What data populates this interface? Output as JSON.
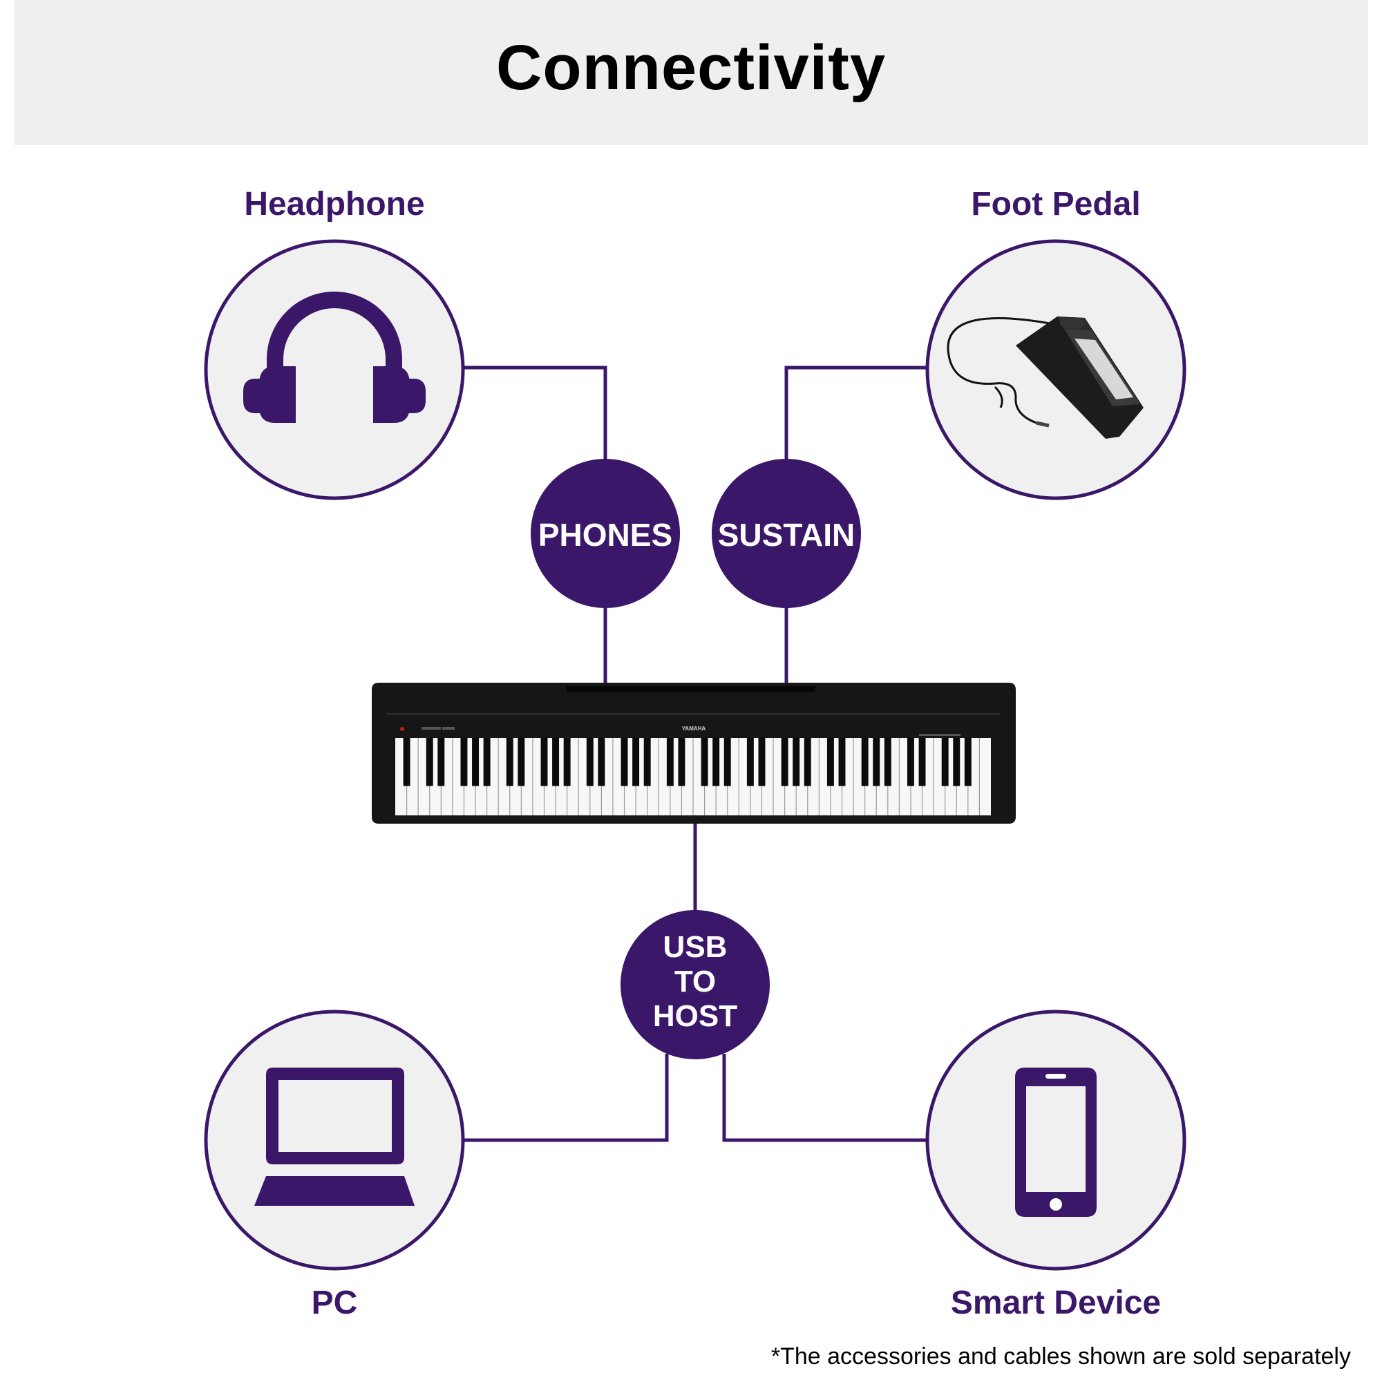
{
  "title": "Connectivity",
  "colors": {
    "accent": "#3a1768",
    "bubble_fill": "#f0f0f0",
    "header_band": "#efefef"
  },
  "devices": {
    "headphone": {
      "label": "Headphone",
      "icon": "headphones-icon"
    },
    "foot_pedal": {
      "label": "Foot Pedal",
      "icon": "sustain-pedal-photo"
    },
    "pc": {
      "label": "PC",
      "icon": "laptop-icon"
    },
    "smart_device": {
      "label": "Smart Device",
      "icon": "smartphone-icon"
    }
  },
  "ports": {
    "phones": {
      "label": "PHONES"
    },
    "sustain": {
      "label": "SUSTAIN"
    },
    "usb": {
      "line1": "USB",
      "line2": "TO",
      "line3": "HOST"
    }
  },
  "instrument": {
    "name": "digital-piano",
    "brand": "YAMAHA"
  },
  "footnote": "*The accessories and cables shown are sold separately"
}
